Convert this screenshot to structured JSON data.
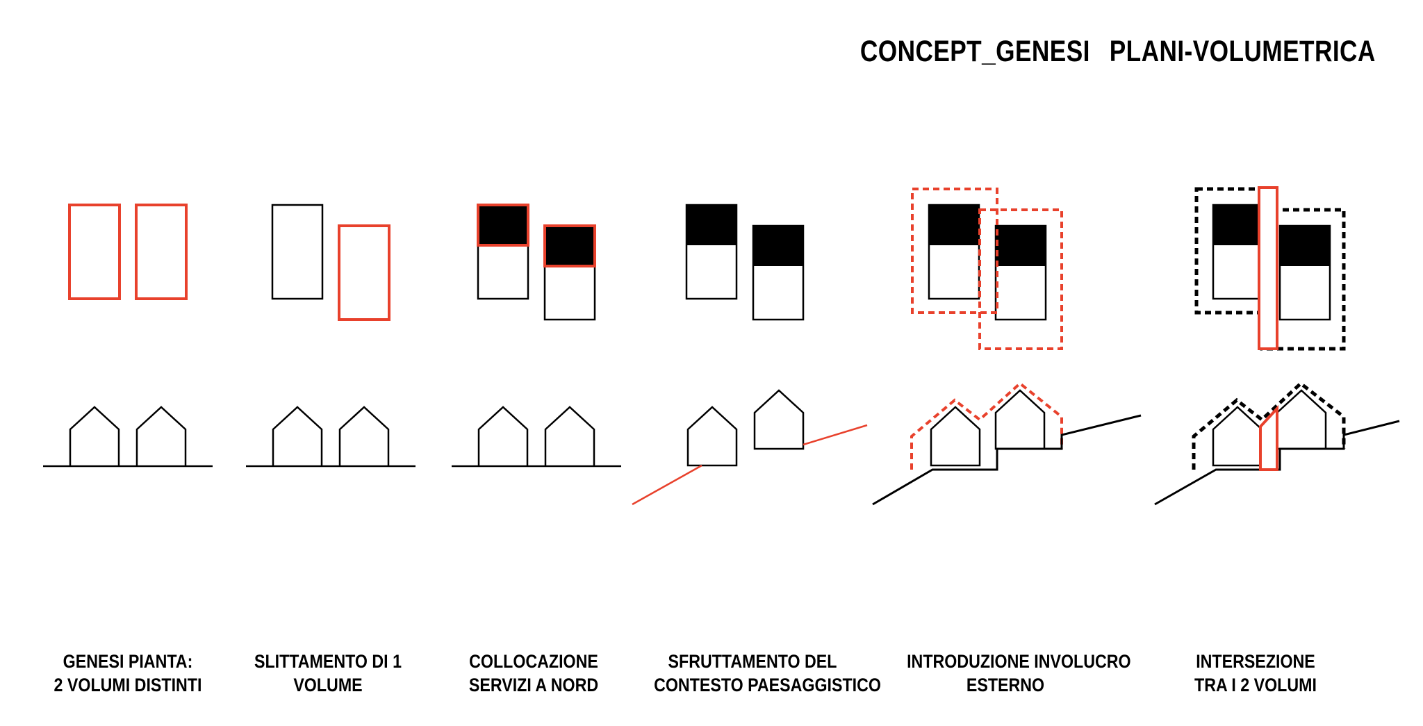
{
  "title": {
    "part1": "CONCEPT_GENESI",
    "part2": "PLANI-VOLUMETRICA"
  },
  "colors": {
    "accent": "#e8412c",
    "ink": "#000000",
    "background": "#ffffff"
  },
  "steps": [
    {
      "line1": "GENESI PIANTA:",
      "line2": "2 VOLUMI DISTINTI"
    },
    {
      "line1": "SLITTAMENTO DI 1",
      "line2": "VOLUME"
    },
    {
      "line1": "COLLOCAZIONE",
      "line2": "SERVIZI A NORD"
    },
    {
      "line1": "SFRUTTAMENTO DEL",
      "line2": "CONTESTO PAESAGGISTICO"
    },
    {
      "line1": "INTRODUZIONE INVOLUCRO",
      "line2": "ESTERNO"
    },
    {
      "line1": "INTERSEZIONE",
      "line2": "TRA I 2 VOLUMI"
    }
  ]
}
